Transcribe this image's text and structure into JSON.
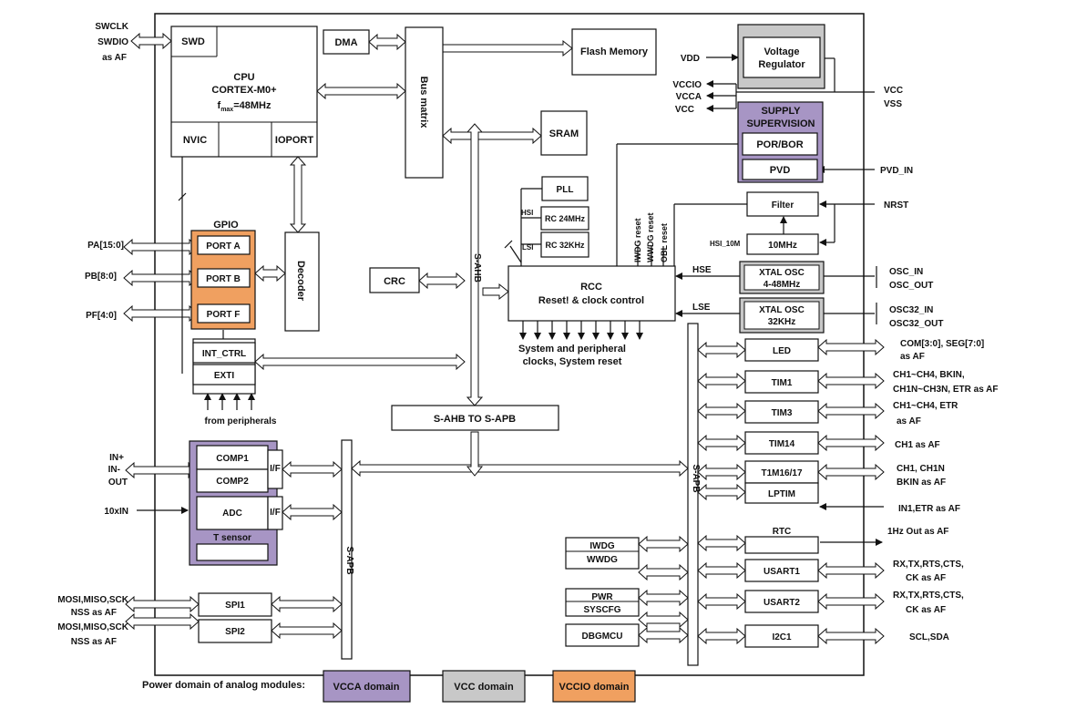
{
  "colors": {
    "line": "#111111",
    "purple": "#a795c4",
    "orange": "#f0a060",
    "gray": "#c8c8c8",
    "white": "#ffffff"
  },
  "blocks": {
    "swd": "SWD",
    "cpu": [
      "CPU",
      "CORTEX-M0+",
      "f",
      "max",
      "=48MHz"
    ],
    "nvic": "NVIC",
    "ioport": "IOPORT",
    "dma": "DMA",
    "bus_matrix": "Bus matrix",
    "flash": "Flash Memory",
    "sram": "SRAM",
    "voltage_regulator": [
      "Voltage",
      "Regulator"
    ],
    "supply_supervision": [
      "SUPPLY",
      "SUPERVISION"
    ],
    "por_bor": "POR/BOR",
    "pvd": "PVD",
    "pll": "PLL",
    "rc24": "RC 24MHz",
    "rc32": "RC 32KHz",
    "hsi": "HSI",
    "lsi": "LSI",
    "iwdg_reset": "IWDG reset",
    "wwdg_reset": "WWDG reset",
    "obl_reset": "OBL reset",
    "filter": "Filter",
    "hsi_10m": "HSI_10M",
    "osc10": "10MHz",
    "gpio": "GPIO",
    "port_a": "PORT A",
    "port_b": "PORT B",
    "port_f": "PORT F",
    "decoder": "Decoder",
    "crc": "CRC",
    "s_ahb": "S-AHB",
    "rcc": [
      "RCC",
      "Reset! & clock control"
    ],
    "hse": "HSE",
    "lse": "LSE",
    "xtal_hse": [
      "XTAL OSC",
      "4-48MHz"
    ],
    "xtal_lse": [
      "XTAL OSC",
      "32KHz"
    ],
    "int_ctrl": "INT_CTRL",
    "exti": "EXTI",
    "from_peripherals": "from peripherals",
    "sys_clocks": [
      "System and peripheral",
      "clocks, System reset"
    ],
    "ahb_to_apb": "S-AHB TO S-APB",
    "comp1": "COMP1",
    "comp2": "COMP2",
    "adc": "ADC",
    "if1": "I/F",
    "if2": "I/F",
    "t_sensor": "T sensor",
    "s_apb": "S-APB",
    "spi1": "SPI1",
    "spi2": "SPI2",
    "led": "LED",
    "tim1": "TIM1",
    "tim3": "TIM3",
    "tim14": "TIM14",
    "tim16_17": "T1M16/17",
    "lptim": "LPTIM",
    "rtc": "RTC",
    "usart1": "USART1",
    "usart2": "USART2",
    "i2c1": "I2C1",
    "iwdg": "IWDG",
    "wwdg": "WWDG",
    "pwr": "PWR",
    "syscfg": "SYSCFG",
    "dbgmcu": "DBGMCU"
  },
  "signals": {
    "swclk": "SWCLK",
    "swdio": "SWDIO",
    "as_af": "as AF",
    "vdd": "VDD",
    "vccio": "VCCIO",
    "vcca": "VCCA",
    "vcc": "VCC",
    "vcc_out": "VCC",
    "vss": "VSS",
    "pvd_in": "PVD_IN",
    "nrst": "NRST",
    "pa": "PA[15:0]",
    "pb": "PB[8:0]",
    "pf": "PF[4:0]",
    "osc_in": "OSC_IN",
    "osc_out": "OSC_OUT",
    "osc32_in": "OSC32_IN",
    "osc32_out": "OSC32_OUT",
    "com_seg": [
      "COM[3:0], SEG[7:0]",
      "as AF"
    ],
    "tim1_af": [
      "CH1~CH4, BKIN,",
      "CH1N~CH3N, ETR as AF"
    ],
    "tim3_af": [
      "CH1~CH4, ETR",
      "as  AF"
    ],
    "tim14_af": "CH1 as AF",
    "tim16_af": [
      "CH1, CH1N",
      "BKIN as AF"
    ],
    "lptim_af": "IN1,ETR as AF",
    "rtc_af": "1Hz Out as AF",
    "usart1_af": [
      "RX,TX,RTS,CTS,",
      "CK as AF"
    ],
    "usart2_af": [
      "RX,TX,RTS,CTS,",
      "CK as AF"
    ],
    "i2c_af": "SCL,SDA",
    "in_plus": "IN+",
    "in_minus": "IN-",
    "out": "OUT",
    "x10in": "10xIN",
    "spi1_af": [
      "MOSI,MISO,SCK",
      "NSS as AF"
    ],
    "spi2_af": [
      "MOSI,MISO,SCK",
      "NSS as AF"
    ]
  },
  "legend": {
    "label": "Power domain of analog modules:",
    "vcca_domain": "VCCA domain",
    "vcc_domain": "VCC domain",
    "vccio_domain": "VCCIO domain"
  }
}
